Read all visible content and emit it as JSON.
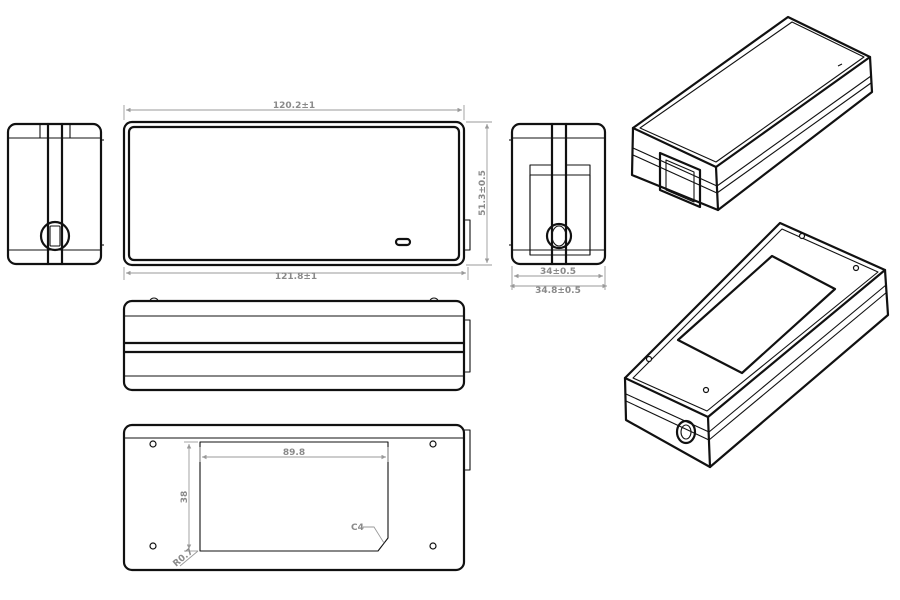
{
  "dimensions": {
    "top_width": "120.2±1",
    "bottom_width": "121.8±1",
    "height": "51.3±0.5",
    "end_depth_inner": "34±0.5",
    "end_depth_outer": "34.8±0.5",
    "label_width": "89.8",
    "label_height": "38",
    "corner_chamfer": "C4",
    "corner_radius": "R0.7"
  }
}
